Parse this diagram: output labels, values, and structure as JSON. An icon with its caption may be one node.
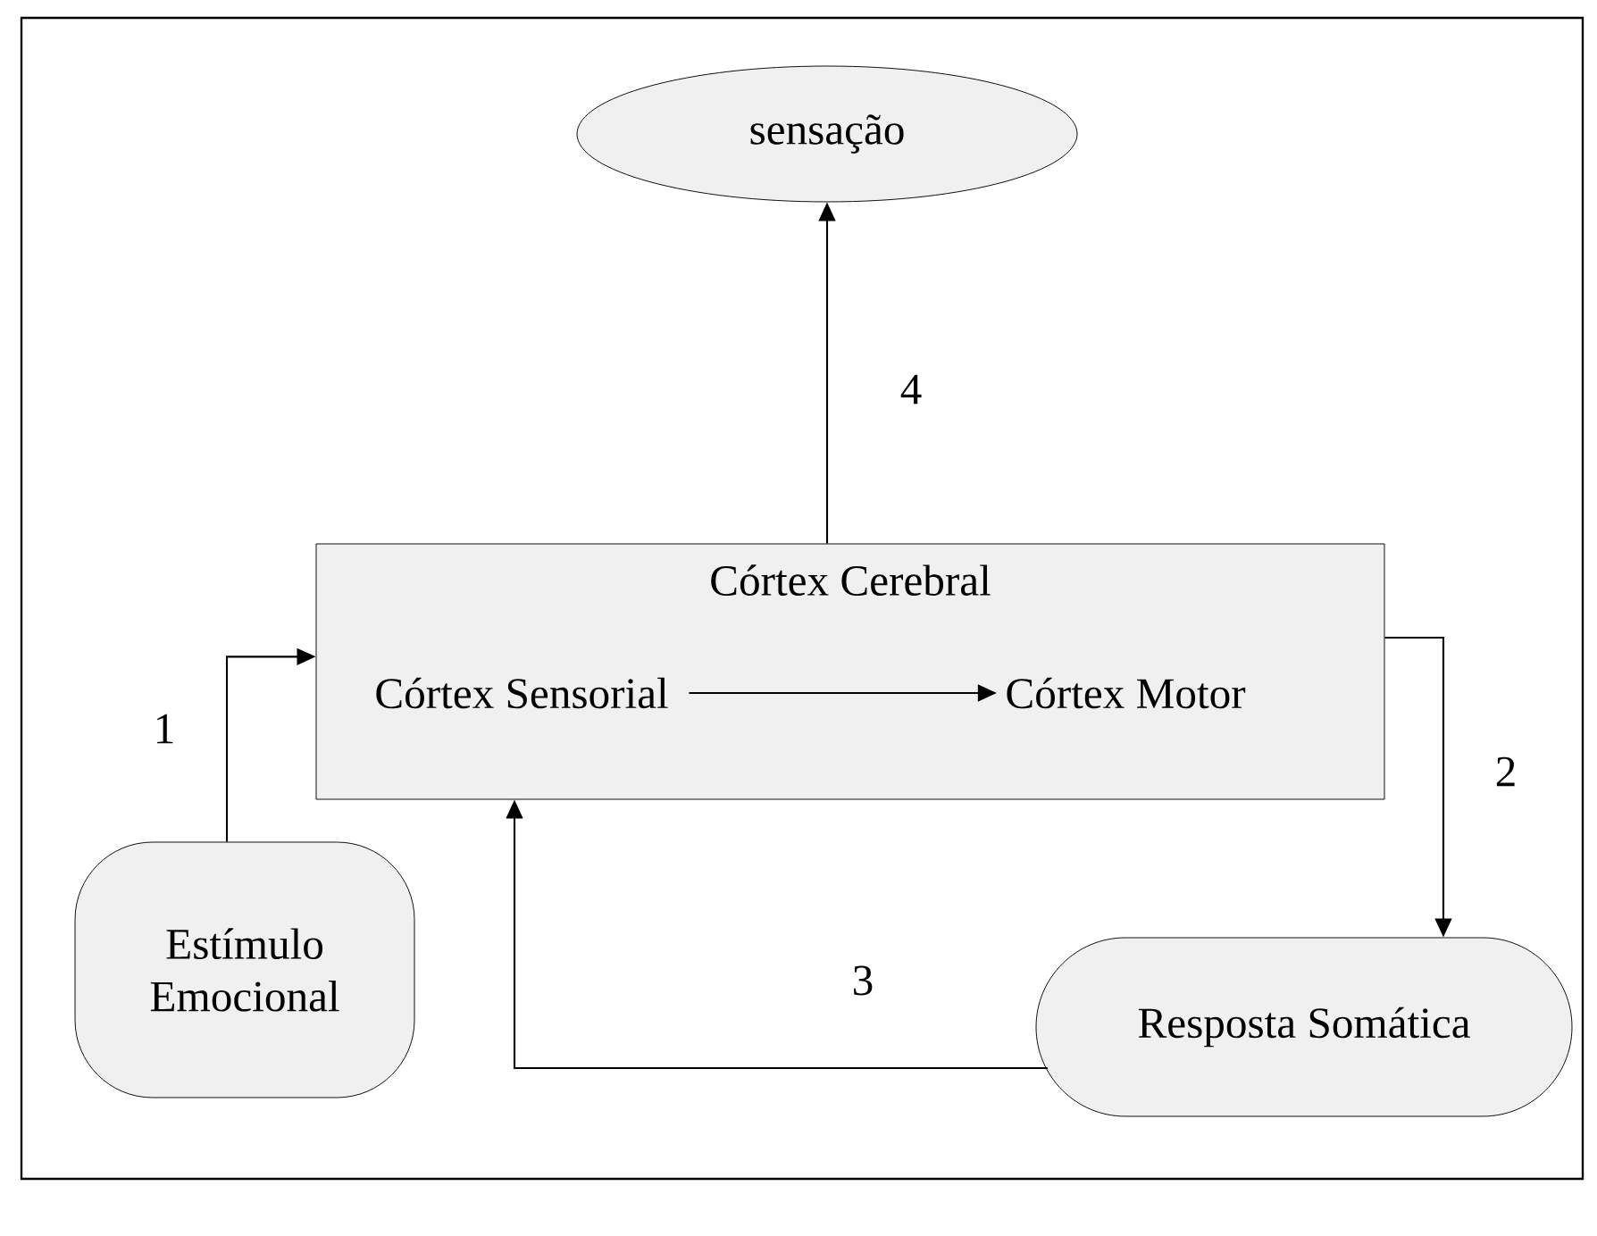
{
  "diagram": {
    "nodes": [
      {
        "text": [
          "sensação"
        ]
      },
      {
        "text": [
          "Córtex Cerebral"
        ]
      },
      {
        "text": [
          "Córtex Sensorial"
        ],
        "in": 1
      },
      {
        "text": [
          "Córtex  Motor"
        ],
        "in": 1
      },
      {
        "text": [
          "Estímulo Emocional"
        ]
      },
      {
        "text": [
          "Resposta Somática"
        ]
      }
    ],
    "edges": [
      {
        "from": 1,
        "to": 0,
        "arrow": "to",
        "label": "4"
      },
      {
        "from": 4,
        "to": 1,
        "arrow": "to",
        "label": "1"
      },
      {
        "from": 2,
        "to": 3,
        "arrow": "to"
      },
      {
        "from": 1,
        "to": 5,
        "arrow": "to",
        "label": "2"
      },
      {
        "from": 5,
        "to": 1,
        "arrow": "to",
        "label": "3"
      }
    ]
  }
}
